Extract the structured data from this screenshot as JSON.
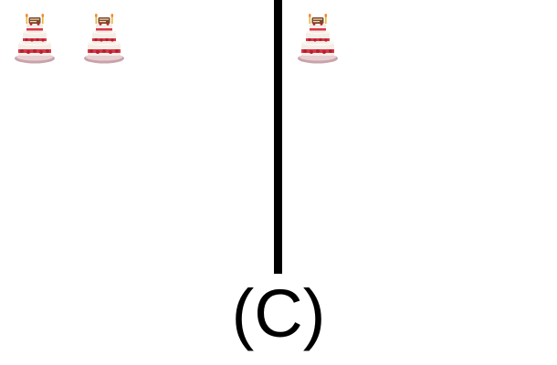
{
  "option_label": "(C)",
  "icons": {
    "item": "birthday-cake-icon"
  },
  "groups": {
    "left": {
      "count": 2
    },
    "right": {
      "count": 1
    }
  },
  "colors": {
    "divider": "#000000",
    "frosting": "#f4eee6",
    "cake_trim": "#d9374b",
    "plate": "#c9a3a9",
    "topper": "#7a4a2e"
  }
}
